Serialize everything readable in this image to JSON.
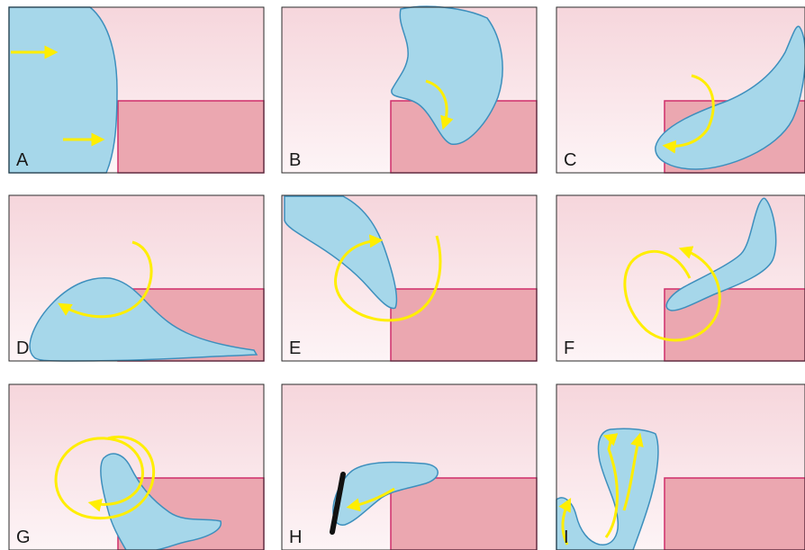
{
  "colors": {
    "background_top": "#f6d6dc",
    "background_bottom": "#fdf4f6",
    "block_fill": "#eba7b0",
    "block_stroke": "#cf2f6a",
    "blob_fill": "#a6d7ea",
    "blob_stroke": "#3d8fbd",
    "arrow": "#ffee00",
    "frame": "#2b2b2b",
    "bar": "#111111"
  },
  "panels": [
    {
      "label": "A"
    },
    {
      "label": "B"
    },
    {
      "label": "C"
    },
    {
      "label": "D"
    },
    {
      "label": "E"
    },
    {
      "label": "F"
    },
    {
      "label": "G"
    },
    {
      "label": "H"
    },
    {
      "label": "I"
    }
  ]
}
